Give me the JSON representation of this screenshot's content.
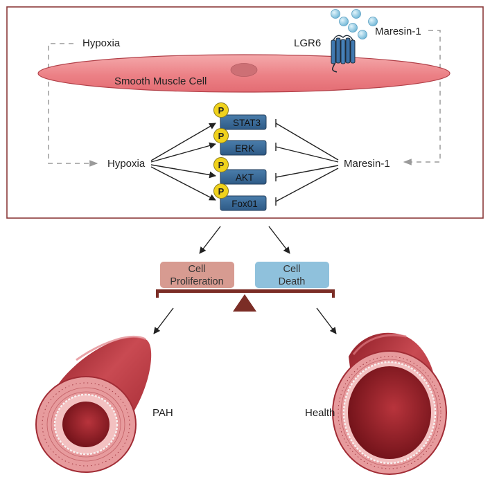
{
  "labels": {
    "hypoxia_top": "Hypoxia",
    "maresin_top": "Maresin-1",
    "receptor": "LGR6",
    "cell": "Smooth Muscle Cell",
    "hypoxia_mid": "Hypoxia",
    "maresin_mid": "Maresin-1",
    "pah": "PAH",
    "health": "Health"
  },
  "kinases": [
    {
      "phospho": "P",
      "name": "STAT3"
    },
    {
      "phospho": "P",
      "name": "ERK"
    },
    {
      "phospho": "P",
      "name": "AKT"
    },
    {
      "phospho": "P",
      "name": "Fox01"
    }
  ],
  "outcomes": {
    "proliferation": {
      "line1": "Cell",
      "line2": "Proliferation"
    },
    "death": {
      "line1": "Cell",
      "line2": "Death"
    }
  },
  "colors": {
    "frame": "#8b3a3a",
    "cell": "#ef8a8e",
    "kinase_box": "#3f6f9c",
    "phospho_circle": "#f0d21c",
    "proliferation_box": "#d79b91",
    "death_box": "#8fc1dc",
    "balance": "#7b2d26",
    "vessel": "#b8323a"
  }
}
